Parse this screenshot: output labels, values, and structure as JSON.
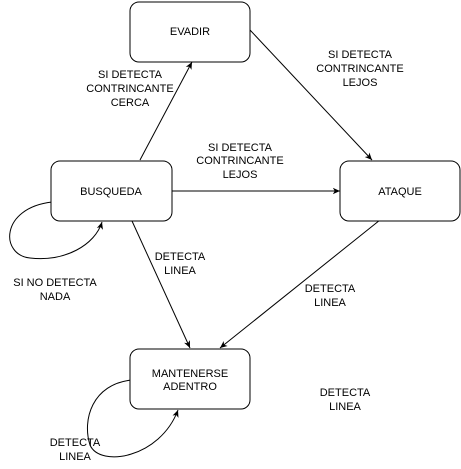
{
  "states": {
    "evadir": [
      "EVADIR"
    ],
    "busqueda": [
      "BUSQUEDA"
    ],
    "ataque": [
      "ATAQUE"
    ],
    "mantenerse": [
      "MANTENERSE",
      "ADENTRO"
    ]
  },
  "edge_labels": {
    "busqueda_to_evadir": [
      "SI DETECTA",
      "CONTRINCANTE",
      "CERCA"
    ],
    "evadir_to_ataque": [
      "SI DETECTA",
      "CONTRINCANTE",
      "LEJOS"
    ],
    "busqueda_to_ataque": [
      "SI DETECTA",
      "CONTRINCANTE",
      "LEJOS"
    ],
    "busqueda_self": [
      "SI NO DETECTA",
      "NADA"
    ],
    "busqueda_to_mantenerse": [
      "DETECTA",
      "LINEA"
    ],
    "ataque_to_mantenerse": [
      "DETECTA",
      "LINEA"
    ],
    "mantenerse_self": [
      "DETECTA",
      "LINEA"
    ],
    "free_label": [
      "DETECTA",
      "LINEA"
    ]
  }
}
